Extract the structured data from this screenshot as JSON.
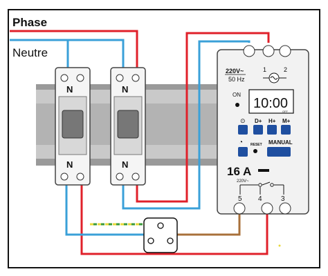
{
  "labels": {
    "phase": "Phase",
    "neutre": "Neutre"
  },
  "breakers": [
    {
      "top_label": "N",
      "bottom_label": "N"
    },
    {
      "top_label": "N",
      "bottom_label": "N"
    }
  ],
  "timer": {
    "voltage": "220V~",
    "frequency": "50 Hz",
    "terminal_1": "1",
    "terminal_2": "2",
    "on_label": "ON",
    "display_time": "10:00",
    "display_off": "OFF",
    "buttons": {
      "d_minus": "D+",
      "h_plus": "H+",
      "m_plus": "M+",
      "reset": "RESET",
      "manual": "MANUAL"
    },
    "rating": "16 A",
    "relay_voltage": "220V~",
    "terminal_5": "5",
    "terminal_4": "4",
    "terminal_3": "3"
  },
  "colors": {
    "phase_wire": "#e0202a",
    "neutral_wire": "#3aa0d8",
    "ground_yellow": "#e8d83a",
    "ground_green": "#3a9a3a",
    "load_wire": "#a8703a",
    "rail": "#b8b8b8",
    "button_blue": "#1f4fa0"
  }
}
